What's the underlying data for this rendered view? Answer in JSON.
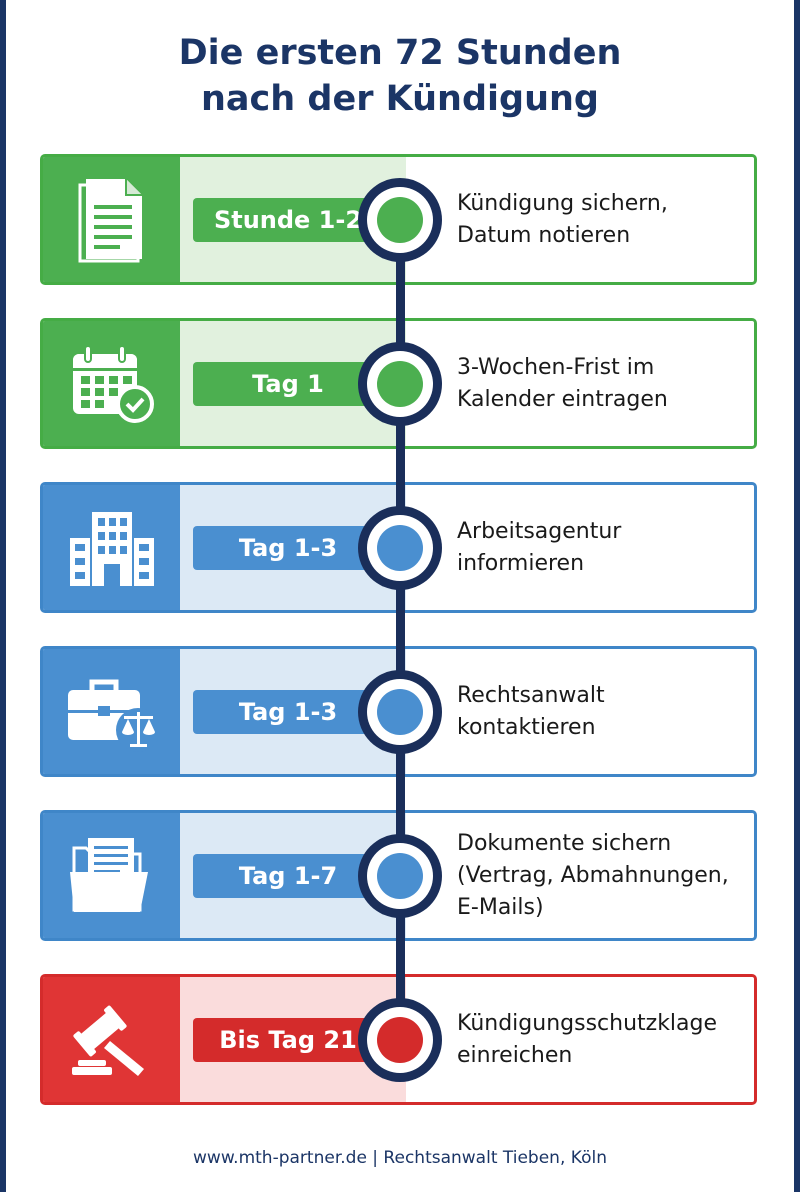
{
  "title": {
    "line1": "Die ersten 72 Stunden",
    "line2": "nach der Kündigung"
  },
  "steps": [
    {
      "time": "Stunde 1-2",
      "desc_lines": [
        "Kündigung sichern,",
        "Datum notieren"
      ],
      "icon": "document-icon",
      "color": "green"
    },
    {
      "time": "Tag 1",
      "desc_lines": [
        "3-Wochen-Frist im",
        "Kalender eintragen"
      ],
      "icon": "calendar-check-icon",
      "color": "green"
    },
    {
      "time": "Tag 1-3",
      "desc_lines": [
        "Arbeitsagentur",
        "informieren"
      ],
      "icon": "office-building-icon",
      "color": "blue"
    },
    {
      "time": "Tag 1-3",
      "desc_lines": [
        "Rechtsanwalt",
        "kontaktieren"
      ],
      "icon": "briefcase-scales-icon",
      "color": "blue"
    },
    {
      "time": "Tag 1-7",
      "desc_lines": [
        "Dokumente sichern",
        "(Vertrag, Abmahnungen,",
        "E-Mails)"
      ],
      "icon": "folder-documents-icon",
      "color": "blue"
    },
    {
      "time": "Bis Tag 21",
      "desc_lines": [
        "Kündigungsschutzklage",
        "einreichen"
      ],
      "icon": "gavel-icon",
      "color": "red"
    }
  ],
  "colors": {
    "green": "#4caf50",
    "blue": "#4a8fd0",
    "red": "#d42b2b",
    "navy": "#1a2e5a"
  },
  "footer": "www.mth-partner.de | Rechtsanwalt Tieben, Köln"
}
